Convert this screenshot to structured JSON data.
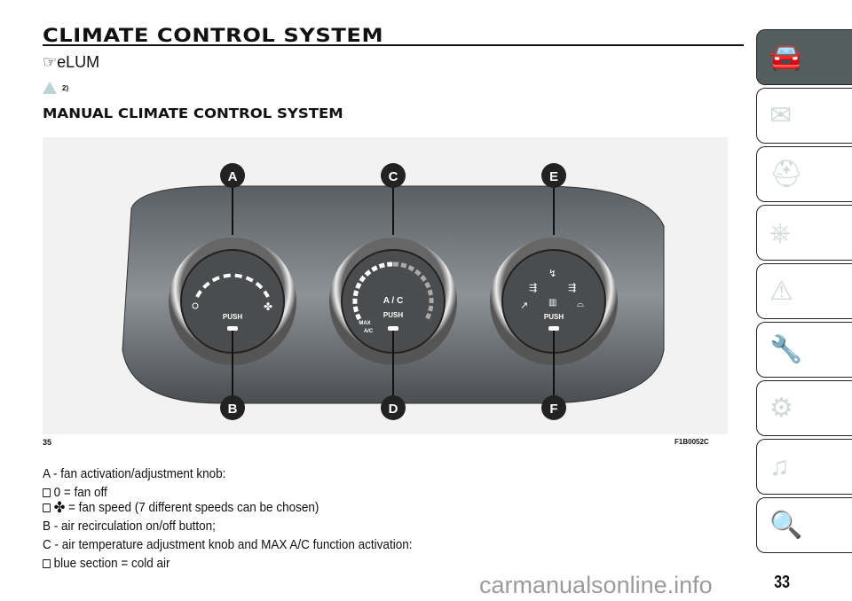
{
  "header": {
    "title": "CLIMATE CONTROL SYSTEM",
    "elum": "eLUM",
    "warning_ref": "2)",
    "subtitle": "MANUAL CLIMATE CONTROL SYSTEM"
  },
  "figure": {
    "number": "35",
    "code": "F1B0052C",
    "callouts": [
      "A",
      "B",
      "C",
      "D",
      "E",
      "F"
    ],
    "knob_a": {
      "zero": "0",
      "push": "PUSH"
    },
    "knob_c": {
      "label": "A / C",
      "push": "PUSH",
      "max1": "MAX",
      "max2": "A/C"
    },
    "knob_e": {
      "push": "PUSH"
    }
  },
  "body": {
    "a": "A - fan activation/adjustment knob:",
    "a1": "0 = fan off",
    "a2": "= fan speed (7 different speeds can be chosen)",
    "b": "B - air recirculation on/off button;",
    "c": "C - air temperature adjustment knob and MAX A/C function activation:",
    "c1": "blue section = cold air"
  },
  "sidebar": {
    "tabs": [
      {
        "icon": "car-info-icon",
        "glyph": "🚘"
      },
      {
        "icon": "warning-light-message-icon",
        "glyph": "✉"
      },
      {
        "icon": "airbag-seat-icon",
        "glyph": "⛑"
      },
      {
        "icon": "key-steering-wheel-icon",
        "glyph": "⎈"
      },
      {
        "icon": "emergency-triangle-icon",
        "glyph": "⚠"
      },
      {
        "icon": "car-wrench-icon",
        "glyph": "🔧"
      },
      {
        "icon": "specifications-gear-icon",
        "glyph": "⚙"
      },
      {
        "icon": "multimedia-music-icon",
        "glyph": "♫"
      },
      {
        "icon": "index-search-icon",
        "glyph": "🔍"
      }
    ]
  },
  "page_number": "33",
  "watermark": "carmanualsonline.info"
}
